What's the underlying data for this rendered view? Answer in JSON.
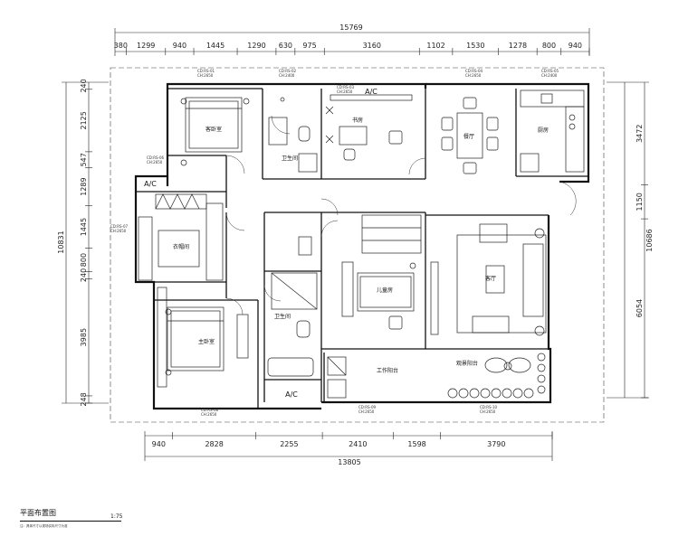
{
  "drawing": {
    "title": "平面布置图",
    "scale": "1:75",
    "note": "注：具体尺寸以现场实际尺寸为准"
  },
  "dimensions": {
    "top_overall": "15769",
    "top_segments": [
      "380",
      "1299",
      "940",
      "1445",
      "1290",
      "630",
      "975",
      "3160",
      "1102",
      "1530",
      "1278",
      "800",
      "940"
    ],
    "bottom_segments": [
      "940",
      "2828",
      "2255",
      "2410",
      "1598",
      "3790"
    ],
    "bottom_overall": "13805",
    "left_overall": "10831",
    "left_segments": [
      "240",
      "2125",
      "547",
      "1289",
      "1445",
      "800",
      "240",
      "3985",
      "248"
    ],
    "right_segments": [
      "3472",
      "1150",
      "6054"
    ],
    "right_overall": "10686"
  },
  "rooms": {
    "guest_bedroom": "客卧室",
    "bathroom_1": "卫生间",
    "study": "书房",
    "dining": "餐厅",
    "kitchen": "厨房",
    "cloakroom": "衣帽间",
    "bathroom_2": "卫生间",
    "kids_room": "儿童房",
    "living": "客厅",
    "master_bedroom": "主卧室",
    "work_balcony": "工作阳台",
    "leisure_balcony": "观景阳台"
  },
  "ac_labels": [
    "A/C",
    "A/C",
    "A/C"
  ],
  "ceiling_notes": {
    "guest_bedroom": [
      "CD:RS-01",
      "CH:2650"
    ],
    "bathroom_1": [
      "CD:RS-02",
      "CH:2400"
    ],
    "study": [
      "CD:RS-03",
      "CH:2650"
    ],
    "dining": [
      "CD:RS-04",
      "CH:2650"
    ],
    "kitchen": [
      "CD:RS-05",
      "CH:2400"
    ],
    "cloakroom": [
      "CD:RS-06",
      "CH:2650"
    ],
    "left_wall": [
      "CD:RS-07",
      "CH:2650"
    ],
    "master_bedroom": [
      "CD:RS-08",
      "CH:2650"
    ],
    "work_balcony": [
      "CD:RS-09",
      "CH:2650"
    ],
    "leisure_balcony": [
      "CD:RS-10",
      "CH:2650"
    ]
  }
}
